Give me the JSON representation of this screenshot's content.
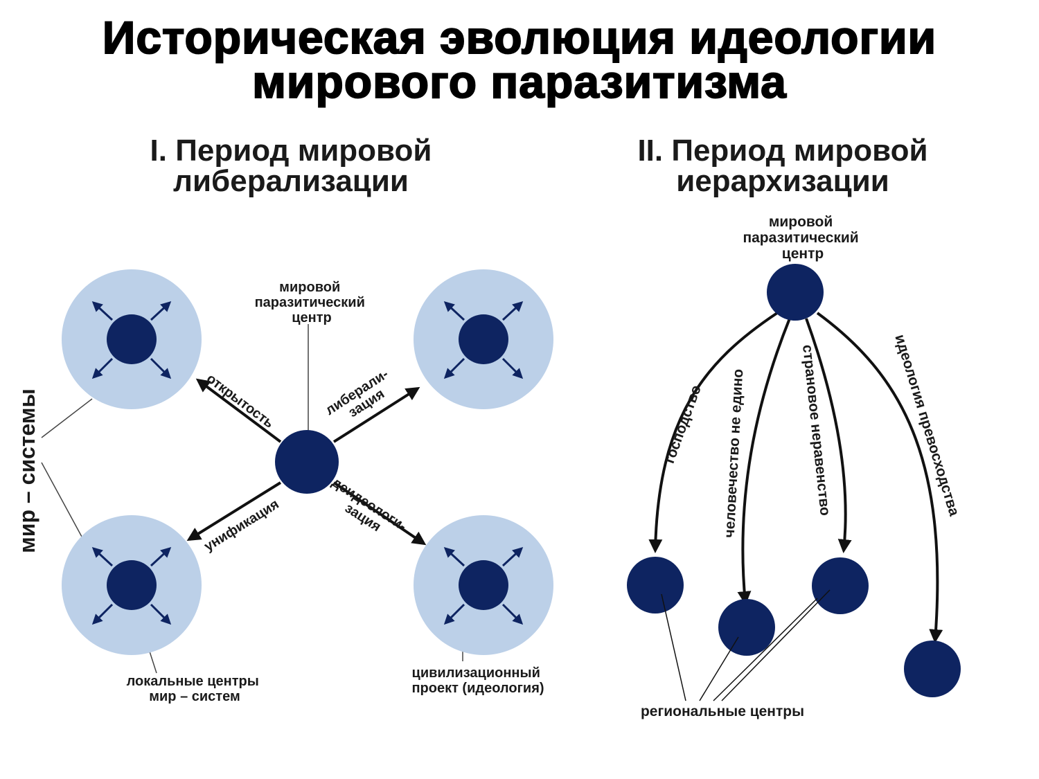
{
  "title": {
    "line1": "Историческая эволюция идеологии",
    "line2": "мирового паразитизма"
  },
  "left_panel": {
    "heading_line1": "I. Период мировой",
    "heading_line2": "либерализации",
    "center_label": [
      "мировой",
      "паразитический",
      "центр"
    ],
    "arrows": {
      "top_left": "открытость",
      "top_right": [
        "либерали-",
        "зация"
      ],
      "bottom_left": "унификация",
      "bottom_right": [
        "деидеологи-",
        "зация"
      ]
    },
    "side_label": "мир – системы",
    "local_centers_label": [
      "локальные центры",
      "мир – систем"
    ],
    "civilization_label": [
      "цивилизационный",
      "проект (идеология)"
    ]
  },
  "right_panel": {
    "heading_line1": "II. Период мировой",
    "heading_line2": "иерархизации",
    "center_label": [
      "мировой",
      "паразитический",
      "центр"
    ],
    "arrows": [
      "господство",
      "человечество не едино",
      "страновое неравенство",
      "идеология превосходства"
    ],
    "regional_label": "региональные центры"
  },
  "colors": {
    "node_dark": "#0e2461",
    "halo_light": "#bcd0e8",
    "arrow": "#111111",
    "leader_line": "#444444"
  }
}
